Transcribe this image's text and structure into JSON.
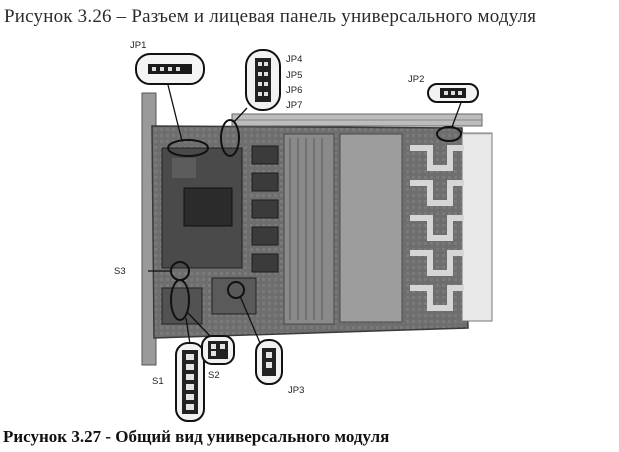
{
  "captions": {
    "top": "Рисунок 3.26 – Разъем и лицевая панель универсального модуля",
    "bottom": "Рисунок 3.27 - Общий вид универсального модуля"
  },
  "labels": {
    "jp1": "JP1",
    "jp2": "JP2",
    "jp3": "JP3",
    "jp4": "JP4",
    "jp5": "JP5",
    "jp6": "JP6",
    "jp7": "JP7",
    "s1": "S1",
    "s2": "S2",
    "s3": "S3"
  }
}
